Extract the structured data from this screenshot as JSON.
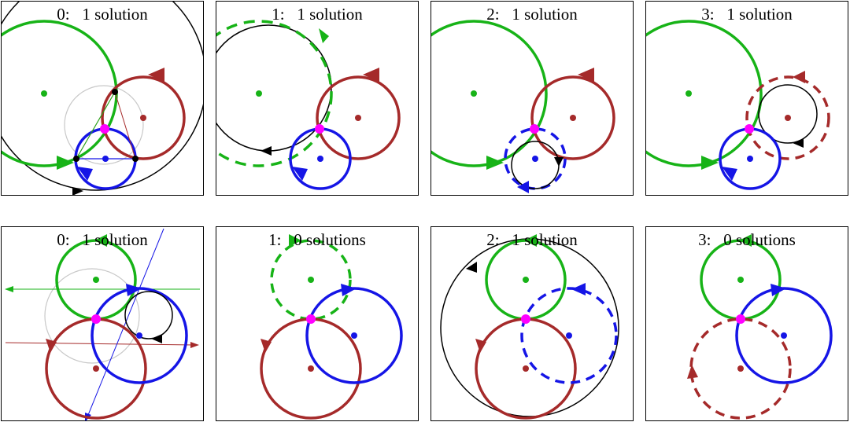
{
  "colors": {
    "green": "#17b317",
    "red": "#a52a2a",
    "blue": "#1515e6",
    "black": "#000000",
    "magenta": "#ff00ff",
    "gray": "#c8c8c8"
  },
  "panels": [
    {
      "index": "0:",
      "label": "1 solution"
    },
    {
      "index": "1:",
      "label": "1 solution"
    },
    {
      "index": "2:",
      "label": "1 solution"
    },
    {
      "index": "3:",
      "label": "1 solution"
    },
    {
      "index": "0:",
      "label": "1 solution"
    },
    {
      "index": "1:",
      "label": "0 solutions"
    },
    {
      "index": "2:",
      "label": "1 solution"
    },
    {
      "index": "3:",
      "label": "0 solutions"
    }
  ]
}
